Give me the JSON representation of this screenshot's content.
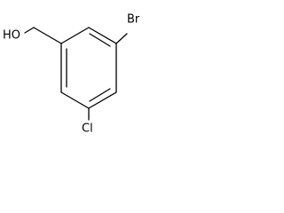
{
  "structure": {
    "hydroxyl_label": "HO",
    "bromo_label": "Br",
    "chloro_label": "Cl"
  }
}
